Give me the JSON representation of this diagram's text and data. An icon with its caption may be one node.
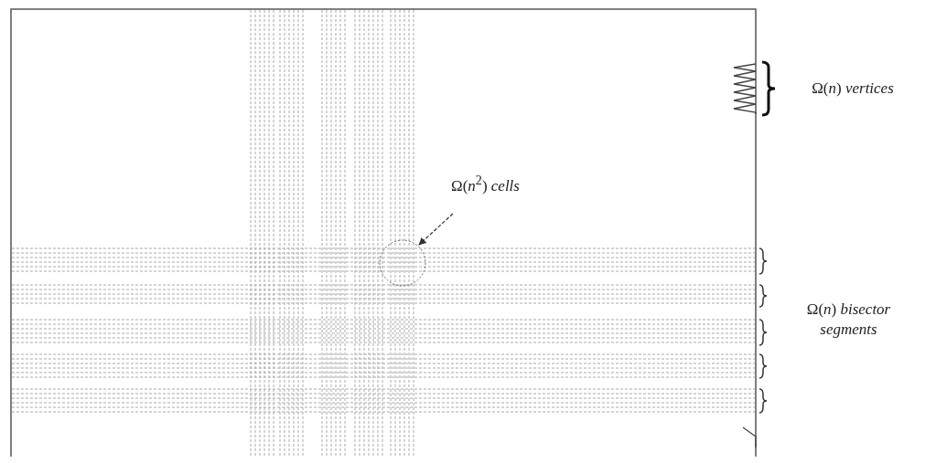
{
  "diagram": {
    "nodes": [
      {
        "text": [
          "Ω(*n*$^{2}$) *cells*"
        ]
      },
      {
        "text": [],
        "shape": "circle"
      }
    ],
    "edges": [
      {
        "from": 0,
        "to": 1,
        "arrow": "to",
        "style": "dashed"
      }
    ],
    "labels": [
      "Ω(*n*) *vertices*",
      "Ω(*n*) *bisector segments*"
    ]
  }
}
